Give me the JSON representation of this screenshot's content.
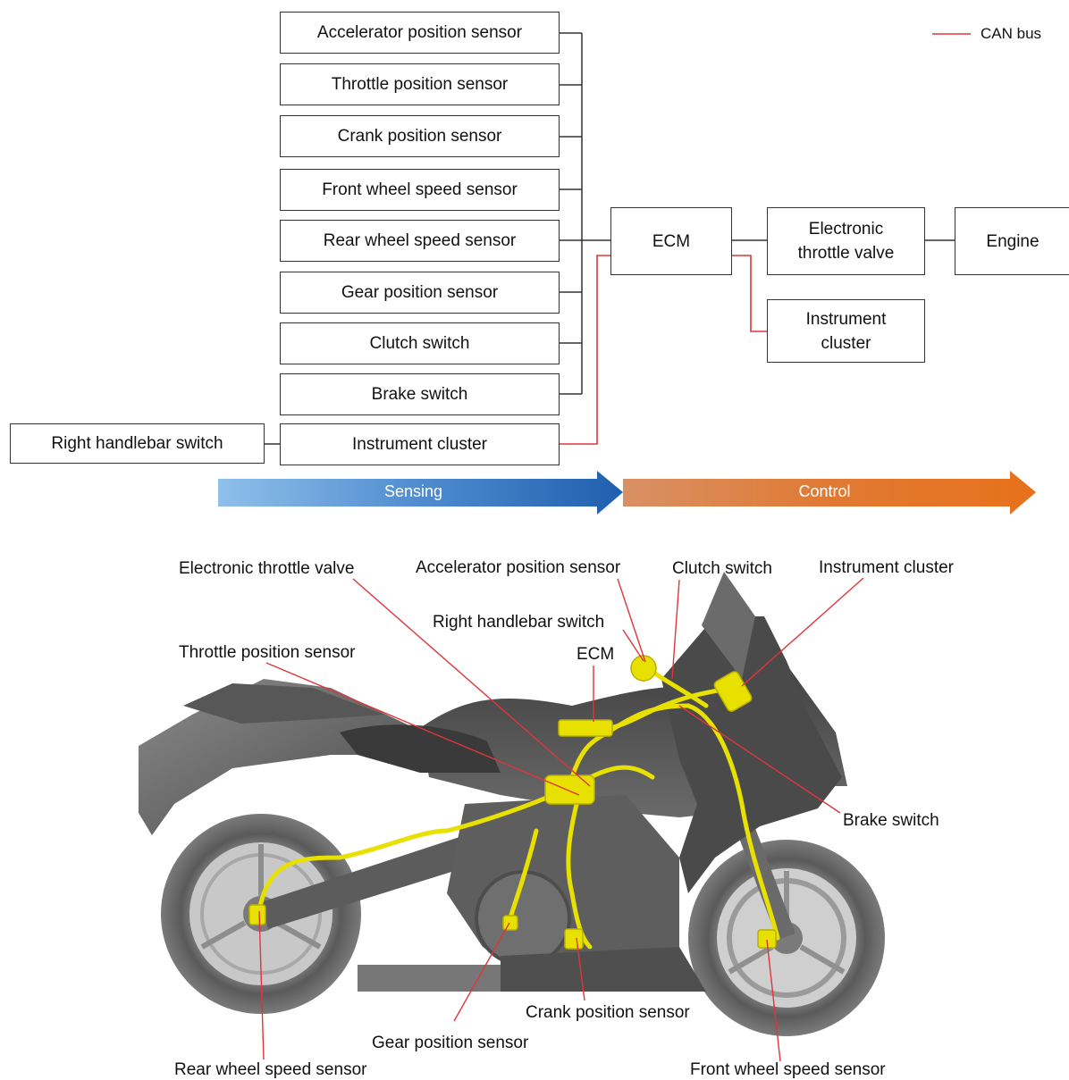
{
  "legend": {
    "label": "CAN bus",
    "color": "#e0353a"
  },
  "diagram": {
    "inputs": [
      "Accelerator position sensor",
      "Throttle position sensor",
      "Crank position sensor",
      "Front wheel speed sensor",
      "Rear wheel speed sensor",
      "Gear position sensor",
      "Clutch switch",
      "Brake switch",
      "Instrument cluster"
    ],
    "handlebar": "Right handlebar switch",
    "ecm": "ECM",
    "throttle_valve": "Electronic throttle valve",
    "engine": "Engine",
    "instrument_out": "Instrument cluster"
  },
  "phases": {
    "sensing": "Sensing",
    "control": "Control"
  },
  "callouts": {
    "electronic_throttle_valve": "Electronic throttle valve",
    "accelerator_position_sensor": "Accelerator position sensor",
    "clutch_switch": "Clutch switch",
    "instrument_cluster": "Instrument cluster",
    "right_handlebar_switch": "Right handlebar switch",
    "throttle_position_sensor": "Throttle position sensor",
    "ecm": "ECM",
    "brake_switch": "Brake switch",
    "crank_position_sensor": "Crank position sensor",
    "gear_position_sensor": "Gear position sensor",
    "rear_wheel_speed_sensor": "Rear wheel speed sensor",
    "front_wheel_speed_sensor": "Front wheel speed sensor"
  }
}
